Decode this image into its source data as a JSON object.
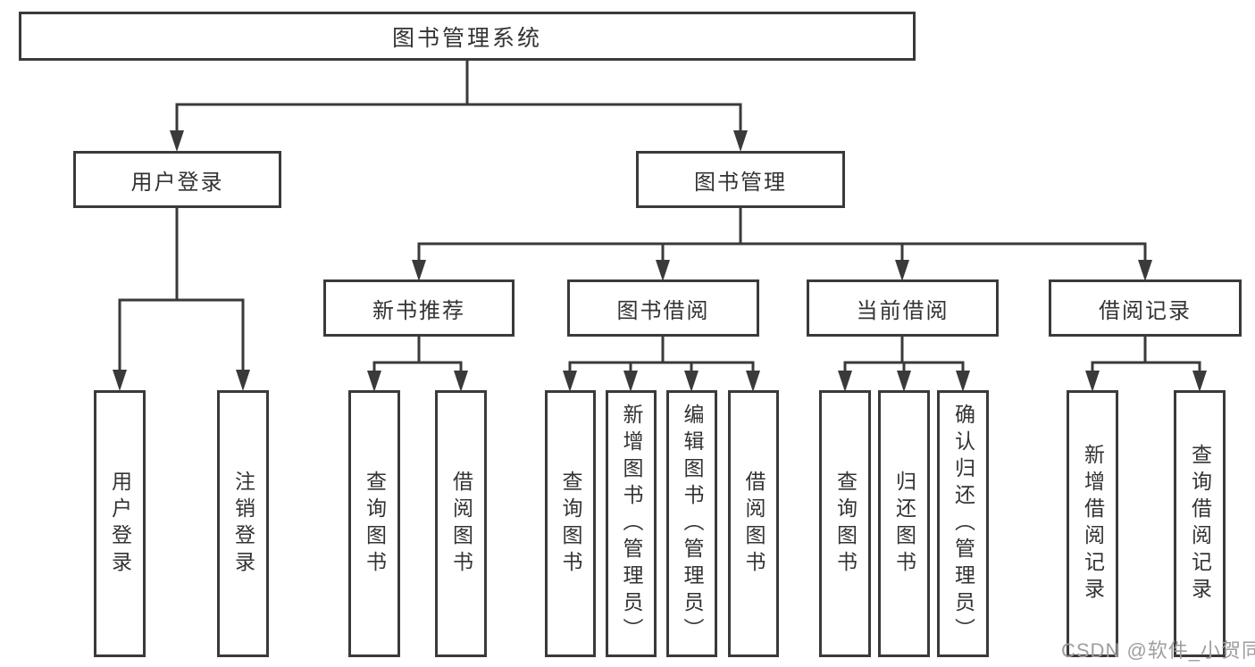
{
  "tree": {
    "root": {
      "label": "图书管理系统"
    },
    "branches": [
      {
        "label": "用户登录",
        "children": [
          {
            "label": "用户登录"
          },
          {
            "label": "注销登录"
          }
        ]
      },
      {
        "label": "图书管理",
        "children": [
          {
            "label": "新书推荐",
            "children": [
              {
                "label": "查询图书"
              },
              {
                "label": "借阅图书"
              }
            ]
          },
          {
            "label": "图书借阅",
            "children": [
              {
                "label": "查询图书"
              },
              {
                "label": "新增图书（管理员）"
              },
              {
                "label": "编辑图书（管理员）"
              },
              {
                "label": "借阅图书"
              }
            ]
          },
          {
            "label": "当前借阅",
            "children": [
              {
                "label": "查询图书"
              },
              {
                "label": "归还图书"
              },
              {
                "label": "确认归还（管理员）"
              }
            ]
          },
          {
            "label": "借阅记录",
            "children": [
              {
                "label": "新增借阅记录"
              },
              {
                "label": "查询借阅记录"
              }
            ]
          }
        ]
      }
    ]
  },
  "watermark": {
    "text": "CSDN @软件_小贺同学"
  },
  "colors": {
    "line": "#3a3a3a",
    "text": "#333333",
    "box_fill": "#ffffff",
    "page_background": "#ffffff",
    "watermark": "#9e9e9e"
  }
}
